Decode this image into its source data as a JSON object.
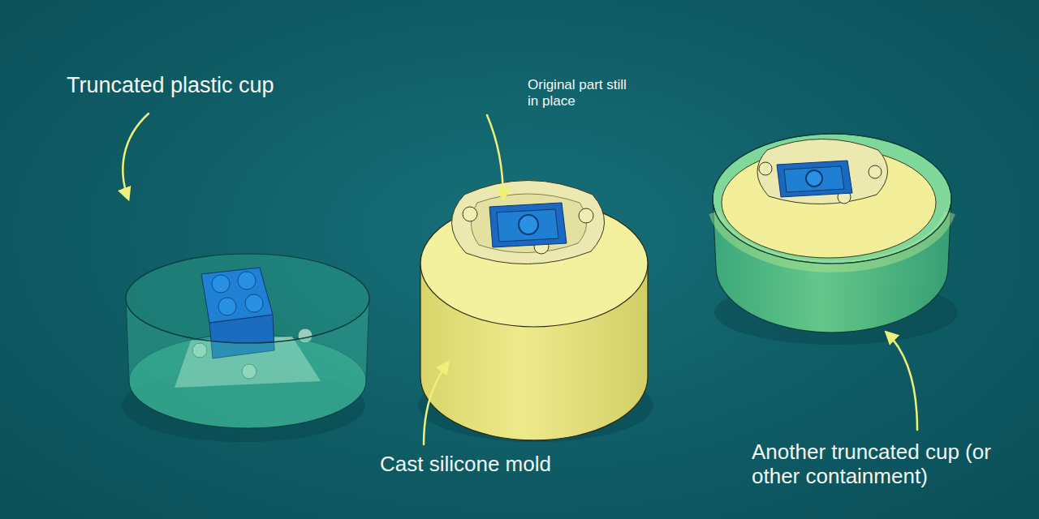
{
  "diagram": {
    "labels": [
      "Truncated plastic cup",
      "Original part still in place",
      "Cast silicone mold",
      "Another truncated cup (or other containment)"
    ]
  }
}
